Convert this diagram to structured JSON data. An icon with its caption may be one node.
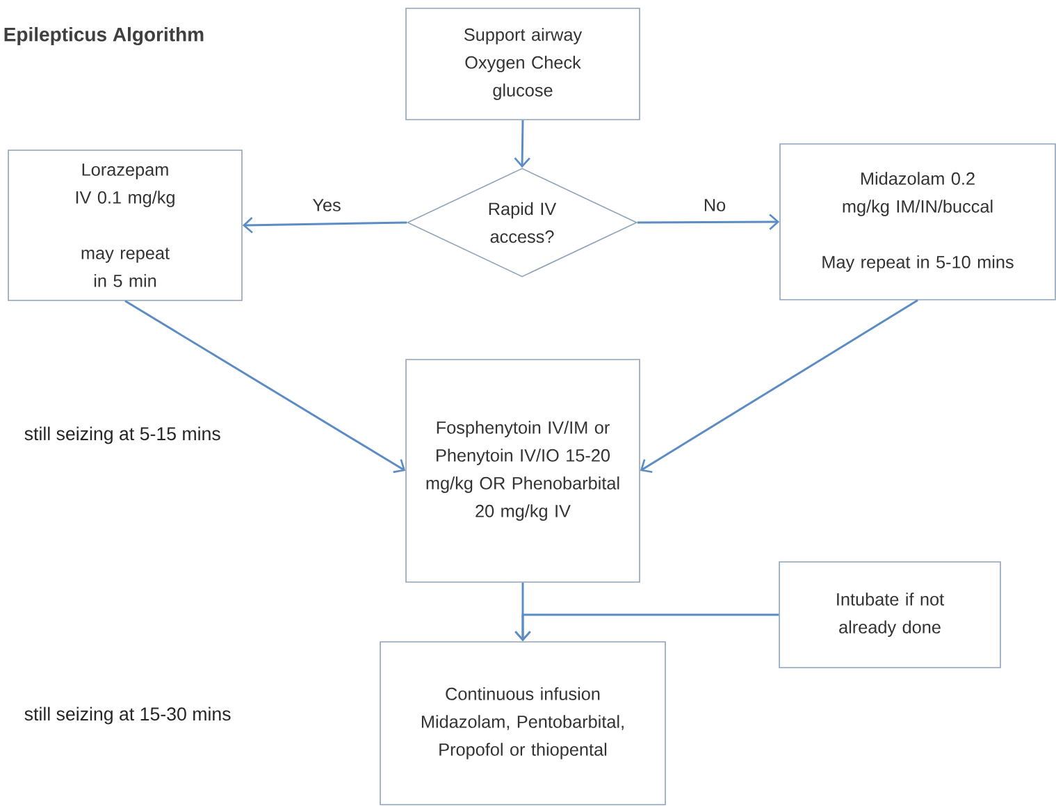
{
  "diagram": {
    "title": "Epilepticus Algorithm",
    "nodes": [
      {
        "text": [
          "Support airway Oxygen Check glucose"
        ]
      },
      {
        "text": [
          "Rapid IV access?"
        ]
      },
      {
        "text": [
          "Lorazepam IV 0.1 mg/kg",
          "may repeat in 5 min"
        ]
      },
      {
        "text": [
          "Midazolam 0.2 mg/kg IM/IN/buccal",
          "May repeat in 5-10 mins"
        ]
      },
      {
        "text": [
          "Fosphenytoin IV/IM or Phenytoin IV/IO 15-20 mg/kg OR Phenobarbital 20 mg/kg IV"
        ]
      },
      {
        "text": [
          "Intubate if not already done"
        ]
      },
      {
        "text": [
          "Continuous infusion Midazolam, Pentobarbital, Propofol or thiopental"
        ]
      }
    ],
    "edges": [
      {
        "from": 0,
        "to": 1,
        "arrow": "to"
      },
      {
        "from": 1,
        "to": 2,
        "arrow": "to",
        "label": "Yes"
      },
      {
        "from": 1,
        "to": 3,
        "arrow": "to",
        "label": "No"
      },
      {
        "from": 2,
        "to": 4,
        "arrow": "to"
      },
      {
        "from": 3,
        "to": 4,
        "arrow": "to"
      },
      {
        "from": 4,
        "to": 6,
        "arrow": "to"
      },
      {
        "from": 5,
        "to": 6,
        "arrow": "to"
      }
    ],
    "labels": [
      "still seizing at 5-15 mins",
      "still seizing at 15-30 mins"
    ]
  }
}
